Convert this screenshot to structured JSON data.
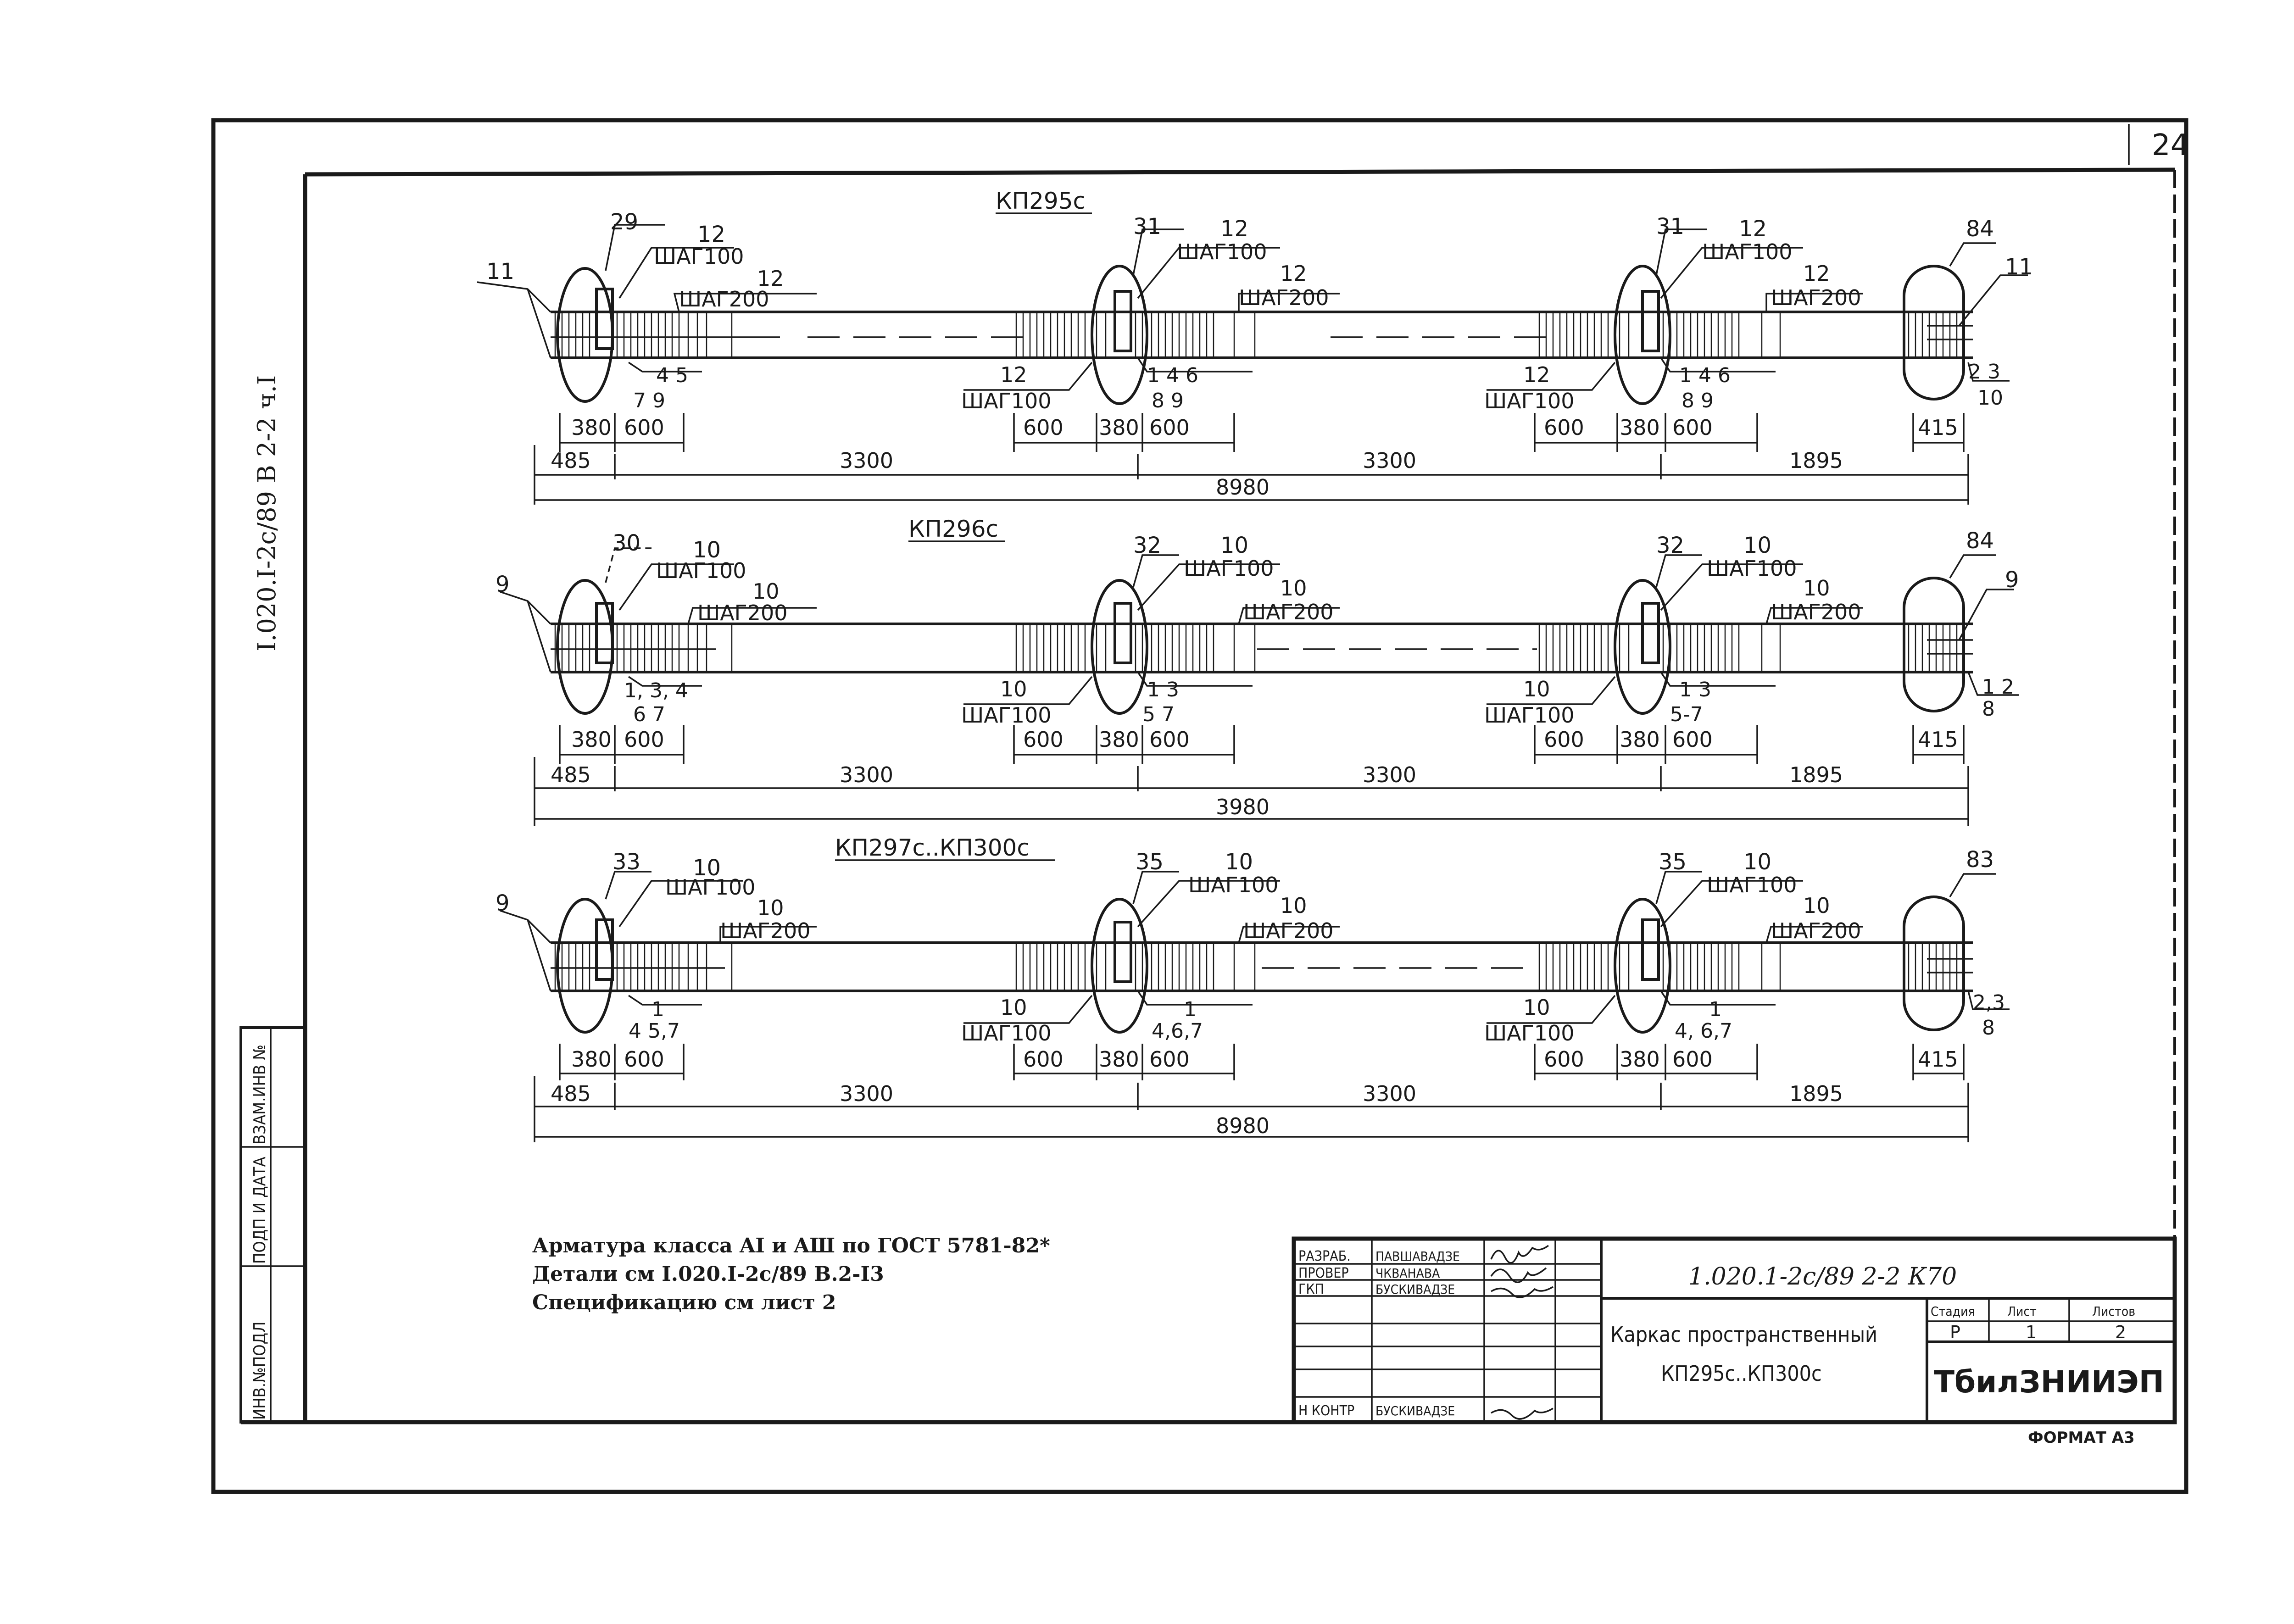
{
  "page_corner_number": "24",
  "side_doc_code": "I.020.I-2c/89  B  2-2  ч.I",
  "left_stamp": [
    "ИНВ.№ПОДЛ",
    "ПОДП И ДАТА",
    "ВЗАМ.ИНВ №"
  ],
  "frames": [
    {
      "title": "КП295с",
      "end_tags": {
        "left": "11",
        "right": "11"
      },
      "nodes": [
        {
          "mark": "29",
          "bar_a": "12",
          "step_a": "ШАГ100",
          "bar_b": "12",
          "step_b": "ШАГ200",
          "low_up": "4  5",
          "low_down": "7  9"
        },
        {
          "mark": "31",
          "bar_a": "12",
          "step_a": "ШАГ100",
          "bar_b": "12",
          "step_b": "ШАГ200",
          "left_bar": "12",
          "left_step": "ШАГ100",
          "low_up": "1  4  6",
          "low_down": "8  9"
        },
        {
          "mark": "31",
          "bar_a": "12",
          "step_a": "ШАГ100",
          "bar_b": "12",
          "step_b": "ШАГ200",
          "left_bar": "12",
          "left_step": "ШАГ100",
          "low_up": "1  4  6",
          "low_down": "8  9"
        }
      ],
      "end_node": {
        "mark": "84",
        "low_up": "2  3",
        "low_down": "10",
        "dim": "415"
      },
      "dims_first": [
        "380",
        "600"
      ],
      "dims_mid": [
        "600",
        "380",
        "600"
      ],
      "dims_row": [
        "485",
        "3300",
        "3300",
        "1895"
      ],
      "total": "8980"
    },
    {
      "title": "КП296с",
      "end_tags": {
        "left": "9",
        "right": "9"
      },
      "nodes": [
        {
          "mark": "30",
          "bar_a": "10",
          "step_a": "ШАГ100",
          "bar_b": "10",
          "step_b": "ШАГ200",
          "low_up": "1, 3, 4",
          "low_down": "6  7"
        },
        {
          "mark": "32",
          "bar_a": "10",
          "step_a": "ШАГ100",
          "bar_b": "10",
          "step_b": "ШАГ200",
          "left_bar": "10",
          "left_step": "ШАГ100",
          "low_up": "1  3",
          "low_down": "5  7"
        },
        {
          "mark": "32",
          "bar_a": "10",
          "step_a": "ШАГ100",
          "bar_b": "10",
          "step_b": "ШАГ200",
          "left_bar": "10",
          "left_step": "ШАГ100",
          "low_up": "1  3",
          "low_down": "5-7"
        }
      ],
      "end_node": {
        "mark": "84",
        "low_up": "1  2",
        "low_down": "8",
        "dim": "415"
      },
      "dims_first": [
        "380",
        "600"
      ],
      "dims_mid": [
        "600",
        "380",
        "600"
      ],
      "dims_row": [
        "485",
        "3300",
        "3300",
        "1895"
      ],
      "total": "3980"
    },
    {
      "title": "КП297с..КП300с",
      "end_tags": {
        "left": "9",
        "right": ""
      },
      "nodes": [
        {
          "mark": "33",
          "bar_a": "10",
          "step_a": "ШАГ100",
          "bar_b": "10",
          "step_b": "ШАГ200",
          "low_up": "1",
          "low_down": "4 5,7"
        },
        {
          "mark": "35",
          "bar_a": "10",
          "step_a": "ШАГ100",
          "bar_b": "10",
          "step_b": "ШАГ200",
          "left_bar": "10",
          "left_step": "ШАГ100",
          "low_up": "1",
          "low_down": "4,6,7"
        },
        {
          "mark": "35",
          "bar_a": "10",
          "step_a": "ШАГ100",
          "bar_b": "10",
          "step_b": "ШАГ200",
          "left_bar": "10",
          "left_step": "ШАГ100",
          "low_up": "1",
          "low_down": "4, 6,7"
        }
      ],
      "end_node": {
        "mark": "83",
        "low_up": "2,3",
        "low_down": "8",
        "dim": "415"
      },
      "dims_first": [
        "380",
        "600"
      ],
      "dims_mid": [
        "600",
        "380",
        "600"
      ],
      "dims_row": [
        "485",
        "3300",
        "3300",
        "1895"
      ],
      "total": "8980"
    }
  ],
  "notes": [
    "Арматура класса AI и AШ по ГОСТ 5781-82*",
    "Детали см  I.020.I-2c/89 B.2-I3",
    "Спецификацию см лист 2"
  ],
  "title_block": {
    "signatures": [
      {
        "role": "РАЗРАБ.",
        "name": "ПАВШАВАДЗЕ"
      },
      {
        "role": "ПРОВЕР",
        "name": "ЧКВАНАВА"
      },
      {
        "role": "ГКП",
        "name": "БУСКИВАДЗЕ"
      },
      {
        "role": "",
        "name": ""
      },
      {
        "role": "",
        "name": ""
      },
      {
        "role": "Н КОНТР",
        "name": "БУСКИВАДЗЕ"
      }
    ],
    "doc_code": "1.020.1-2c/89  2-2   К70",
    "item_name_1": "Каркас пространственный",
    "item_name_2": "КП295с..КП300с",
    "stage_label": "Стадия",
    "sheet_label": "Лист",
    "sheets_label": "Листов",
    "stage_value": "Р",
    "sheet_value": "1",
    "sheets_value": "2",
    "organization": "ТбилЗНИИЭП"
  },
  "format_label": "ФОРМАТ А3"
}
